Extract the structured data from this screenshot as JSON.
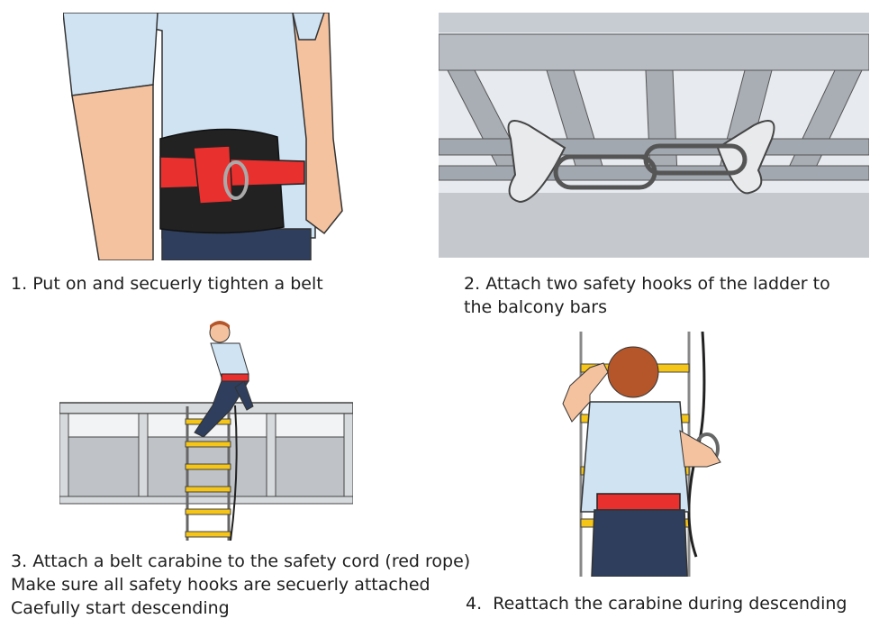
{
  "steps": [
    {
      "number": "1.",
      "lines": [
        "Put on and secuerly tighten a belt"
      ]
    },
    {
      "number": "2.",
      "lines": [
        "Attach two safety hooks of the ladder to",
        "the balcony bars"
      ]
    },
    {
      "number": "3.",
      "lines": [
        "Attach a belt carabine to the safety cord (red rope)",
        "Make sure all safety hooks are secuerly attached",
        "Caefully start descending"
      ]
    },
    {
      "number": "4.",
      "lines": [
        "Reattach the carabine during descending"
      ]
    }
  ],
  "colors": {
    "shirt": "#cfe3f3",
    "skin": "#f4c29e",
    "pants": "#2e3e5c",
    "belt": "#e8312f",
    "belt_pad": "#222222",
    "metal": "#b9bec4",
    "rung": "#f5c518",
    "hair": "#b5562a"
  }
}
